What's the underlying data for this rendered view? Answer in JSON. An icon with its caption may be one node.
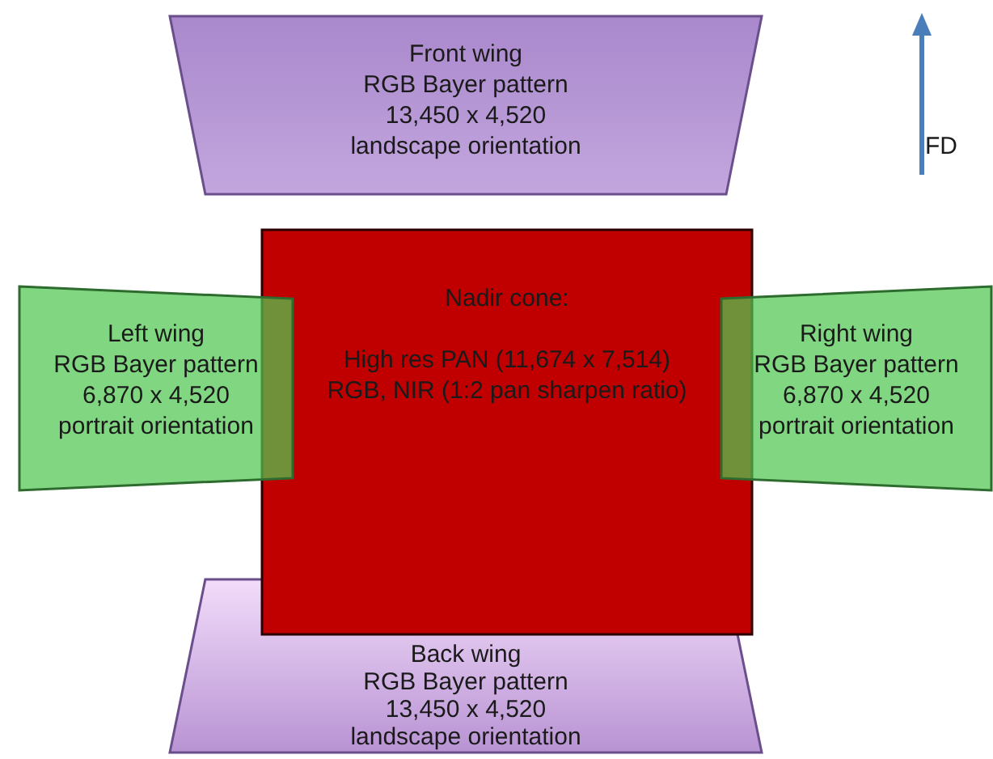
{
  "diagram": {
    "nodes": [
      {
        "text": [
          "Front wing",
          "RGB Bayer pattern",
          "13,450 x 4,520",
          "landscape orientation"
        ]
      },
      {
        "text": [
          "Left wing",
          "RGB Bayer pattern",
          "6,870 x 4,520",
          "portrait orientation"
        ]
      },
      {
        "text": [
          "Nadir cone:",
          "High res PAN (11,674 x 7,514)",
          "RGB, NIR (1:2 pan sharpen ratio)"
        ]
      },
      {
        "text": [
          "Right wing",
          "RGB Bayer pattern",
          "6,870 x 4,520",
          "portrait orientation"
        ]
      },
      {
        "text": [
          "Back wing",
          "RGB Bayer pattern",
          "13,450 x 4,520",
          "landscape orientation"
        ]
      }
    ],
    "labels": [
      "FD"
    ]
  }
}
